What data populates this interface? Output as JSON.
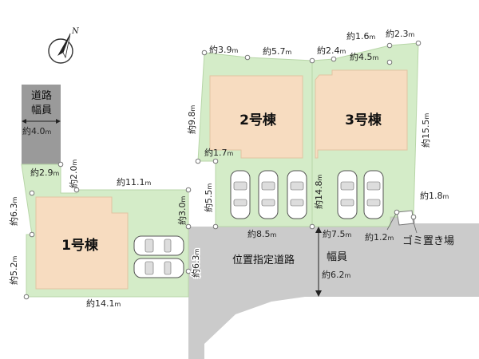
{
  "buildings": {
    "b1": "1号棟",
    "b2": "2号棟",
    "b3": "3号棟"
  },
  "road": {
    "name": "位置指定道路",
    "width_label": "幅員",
    "width_value": "約6.2",
    "width_unit": "m"
  },
  "public_road": {
    "title_line1": "道路",
    "title_line2": "幅員",
    "width_value": "約4.0",
    "width_unit": "m"
  },
  "garbage": "ゴミ置き場",
  "compass": "N",
  "dims": {
    "d_3_9": "約3.9",
    "d_5_7": "約5.7",
    "d_2_4": "約2.4",
    "d_1_6": "約1.6",
    "d_2_3": "約2.3",
    "d_4_5": "約4.5",
    "d_9_8": "約9.8",
    "d_15_5": "約15.5",
    "d_1_7": "約1.7",
    "d_14_8": "約14.8",
    "d_5_5": "約5.5",
    "d_8_5": "約8.5",
    "d_7_5": "約7.5",
    "d_1_8": "約1.8",
    "d_1_2": "約1.2",
    "d_2_9": "約2.9",
    "d_2_0": "約2.0",
    "d_11_1": "約11.1",
    "d_6_3a": "約6.3",
    "d_3_0": "約3.0",
    "d_6_3b": "約6.3",
    "d_5_2": "約5.2",
    "d_14_1": "約14.1",
    "unit": "m"
  }
}
